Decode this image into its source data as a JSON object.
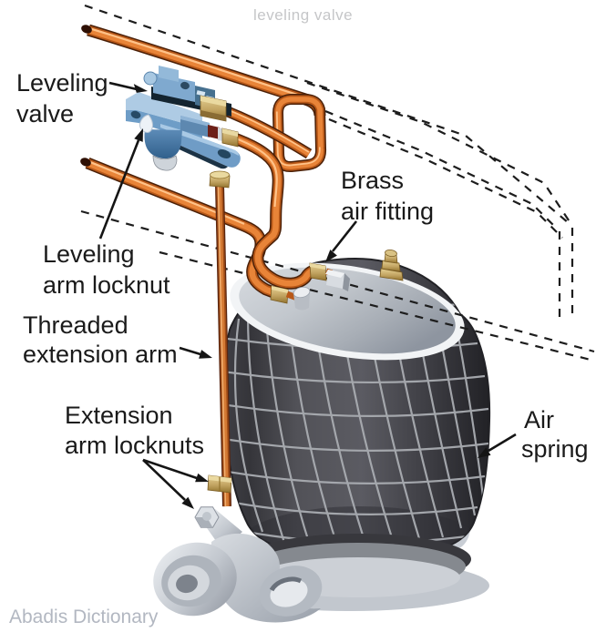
{
  "header": {
    "title": "leveling valve"
  },
  "watermark": "Abadis Dictionary",
  "labels": {
    "leveling_valve": {
      "line1": "Leveling",
      "line2": "valve"
    },
    "brass_air_fitting": {
      "line1": "Brass",
      "line2": "air fitting"
    },
    "leveling_arm_locknut": {
      "line1": "Leveling",
      "line2": "arm locknut"
    },
    "threaded_extension_arm": {
      "line1": "Threaded",
      "line2": "extension arm"
    },
    "extension_arm_locknuts": {
      "line1": "Extension",
      "line2": "arm locknuts"
    },
    "air_spring": {
      "line1": "Air",
      "line2": "spring"
    }
  },
  "colors": {
    "background": "#ffffff",
    "label_text": "#1a1a1a",
    "title_text": "#c5c6c8",
    "watermark_text": "#b2b7c1",
    "copper_line": "#e88438",
    "copper_dark": "#4a2008",
    "brass_fitting": "#cfb476",
    "valve_blue": "#6f9cc6",
    "valve_blue_light": "#aecbe4",
    "air_spring_body": "#46464b",
    "air_spring_grid": "#aaadb2",
    "metal_silver": "#c6cad1",
    "frame_dash": "#1d1d1d"
  },
  "parts": [
    "frame-rail-outline",
    "supply-air-line",
    "service-loop",
    "lower-air-line",
    "delivery-air-line",
    "leveling-valve",
    "leveling-arm",
    "leveling-arm-locknut",
    "brass-air-fitting",
    "second-air-fitting",
    "schrader-valve-stem",
    "threaded-extension-arm",
    "extension-arm-locknuts",
    "air-spring",
    "air-spring-dome",
    "base-bracket"
  ]
}
